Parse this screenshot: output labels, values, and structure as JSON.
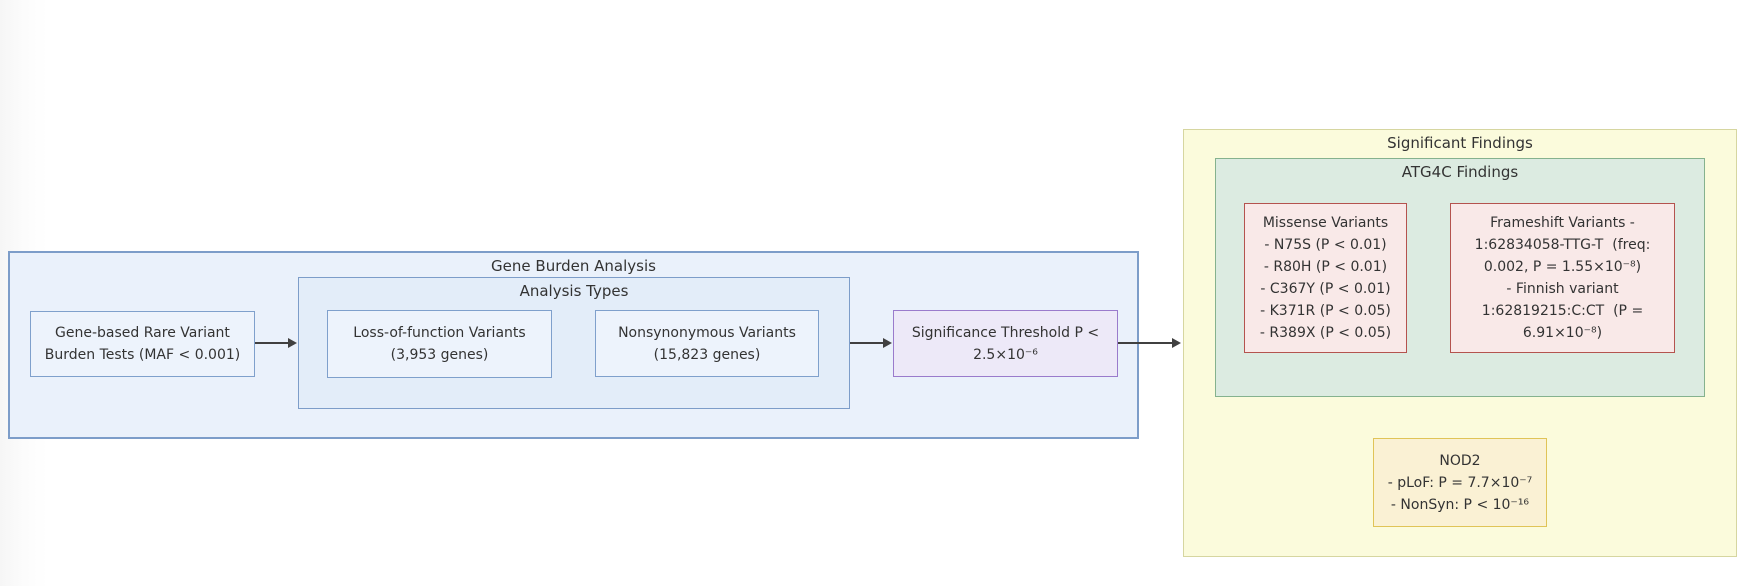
{
  "diagram": {
    "clusters": {
      "gene_burden_analysis": {
        "title": "Gene Burden Analysis"
      },
      "analysis_types": {
        "title": "Analysis Types"
      },
      "significant_findings": {
        "title": "Significant Findings"
      },
      "atg4c_findings": {
        "title": "ATG4C Findings"
      }
    },
    "nodes": {
      "burden_tests": {
        "text": "Gene-based Rare Variant\nBurden Tests (MAF < 0.001)"
      },
      "lof_variants": {
        "text": "Loss-of-function Variants\n(3,953 genes)"
      },
      "nonsyn_variants": {
        "text": "Nonsynonymous Variants\n(15,823 genes)"
      },
      "significance_threshold": {
        "text": "Significance Threshold P <\n2.5×10⁻⁶"
      },
      "missense_variants": {
        "text": "Missense Variants\n- N75S (P < 0.01)\n- R80H (P < 0.01)\n- C367Y (P < 0.01)\n- K371R (P < 0.05)\n- R389X (P < 0.05)"
      },
      "frameshift_variants": {
        "text": "Frameshift Variants -\n1:62834058-TTG-T  (freq:\n0.002, P = 1.55×10⁻⁸)\n- Finnish variant\n1:62819215:C:CT  (P =\n6.91×10⁻⁸)"
      },
      "nod2": {
        "text": "NOD2\n- pLoF: P = 7.7×10⁻⁷\n- NonSyn: P < 10⁻¹⁶"
      }
    },
    "colors": {
      "blue_cluster_fill": "#eaf1fb",
      "blue_cluster_border": "#7d9dc9",
      "blue_subgraph_fill": "#e3edf9",
      "blue_node_fill": "#edf3fc",
      "blue_node_border": "#7fa0cc",
      "threshold_fill": "#ede9f8",
      "threshold_border": "#9a7bcc",
      "findings_fill": "#fbfbdc",
      "findings_border": "#d6d6a0",
      "atg4c_fill": "#dcebe1",
      "atg4c_border": "#85b28e",
      "variant_fill": "#f9e9e8",
      "variant_border": "#b4534e",
      "nod2_fill": "#faf1d4",
      "nod2_border": "#e0c457",
      "text": "#333333",
      "arrow": "#404040"
    }
  }
}
